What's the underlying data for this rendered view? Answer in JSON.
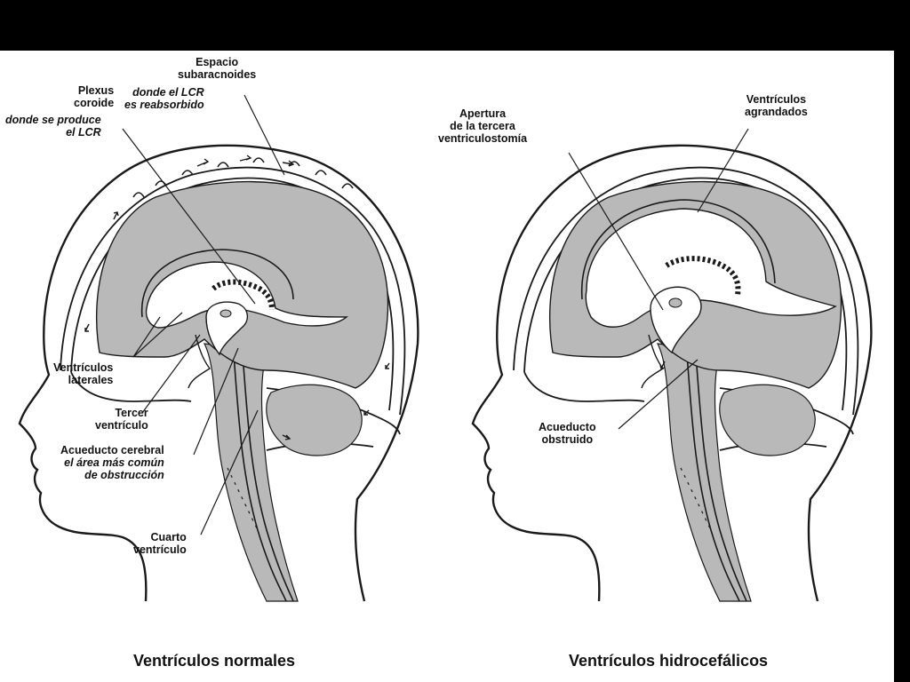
{
  "labels": {
    "espacio_title": "Espacio\nsubaracnoides",
    "espacio_note": "donde el LCR\nes reabsorbido",
    "plexus_title": "Plexus\ncoroide",
    "plexus_note": "donde se produce\nel LCR",
    "laterales": "Ventrículos\nlaterales",
    "tercer": "Tercer\nventrículo",
    "acueducto_title": "Acueducto cerebral",
    "acueducto_note": "el área más común\nde obstrucción",
    "cuarto": "Cuarto\nventrículo",
    "apertura": "Apertura\nde la tercera\nventriculostomía",
    "agrandados": "Ventrículos\nagrandados",
    "obstruido": "Acueducto\nobstruido"
  },
  "captions": {
    "left": "Ventrículos normales",
    "right": "Ventrículos hidrocefálicos"
  },
  "colors": {
    "brain_gray": "#b9b9b9",
    "ink": "#1a1a1a",
    "background": "#ffffff",
    "border": "#000000"
  }
}
